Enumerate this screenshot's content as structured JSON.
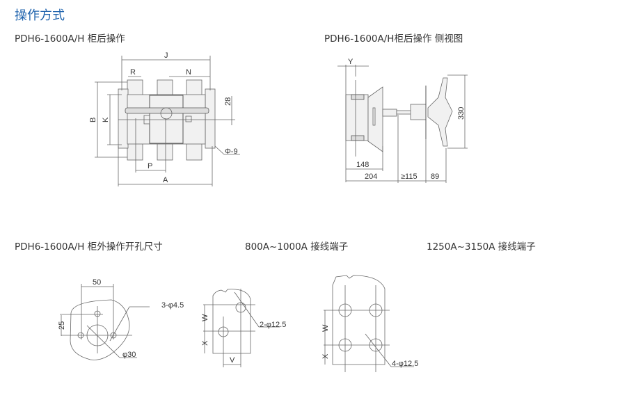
{
  "page_title": "操作方式",
  "captions": {
    "rear_operation": "PDH6-1600A/H 柜后操作",
    "rear_operation_side": "PDH6-1600A/H柜后操作 侧视图",
    "cutout": "PDH6-1600A/H 柜外操作开孔尺寸",
    "terminal_800_1000": "800A~1000A 接线端子",
    "terminal_1250_3150": "1250A~3150A 接线端子"
  },
  "front_view": {
    "J": "J",
    "R": "R",
    "N": "N",
    "B": "B",
    "K": "K",
    "dim28": "28",
    "hole": "Φ-9",
    "P": "P",
    "A": "A"
  },
  "side_view": {
    "Y": "Y",
    "dim330": "330",
    "dim148": "148",
    "dim204": "204",
    "dim115": "≥115",
    "dim89": "89"
  },
  "cutout_view": {
    "dim50": "50",
    "dim25": "25",
    "holes": "3-φ4.5",
    "center": "φ30"
  },
  "terminal_small": {
    "W": "W",
    "X": "X",
    "V": "V",
    "holes": "2-φ12.5"
  },
  "terminal_large": {
    "W": "W",
    "X": "X",
    "holes": "4-φ12.5"
  }
}
